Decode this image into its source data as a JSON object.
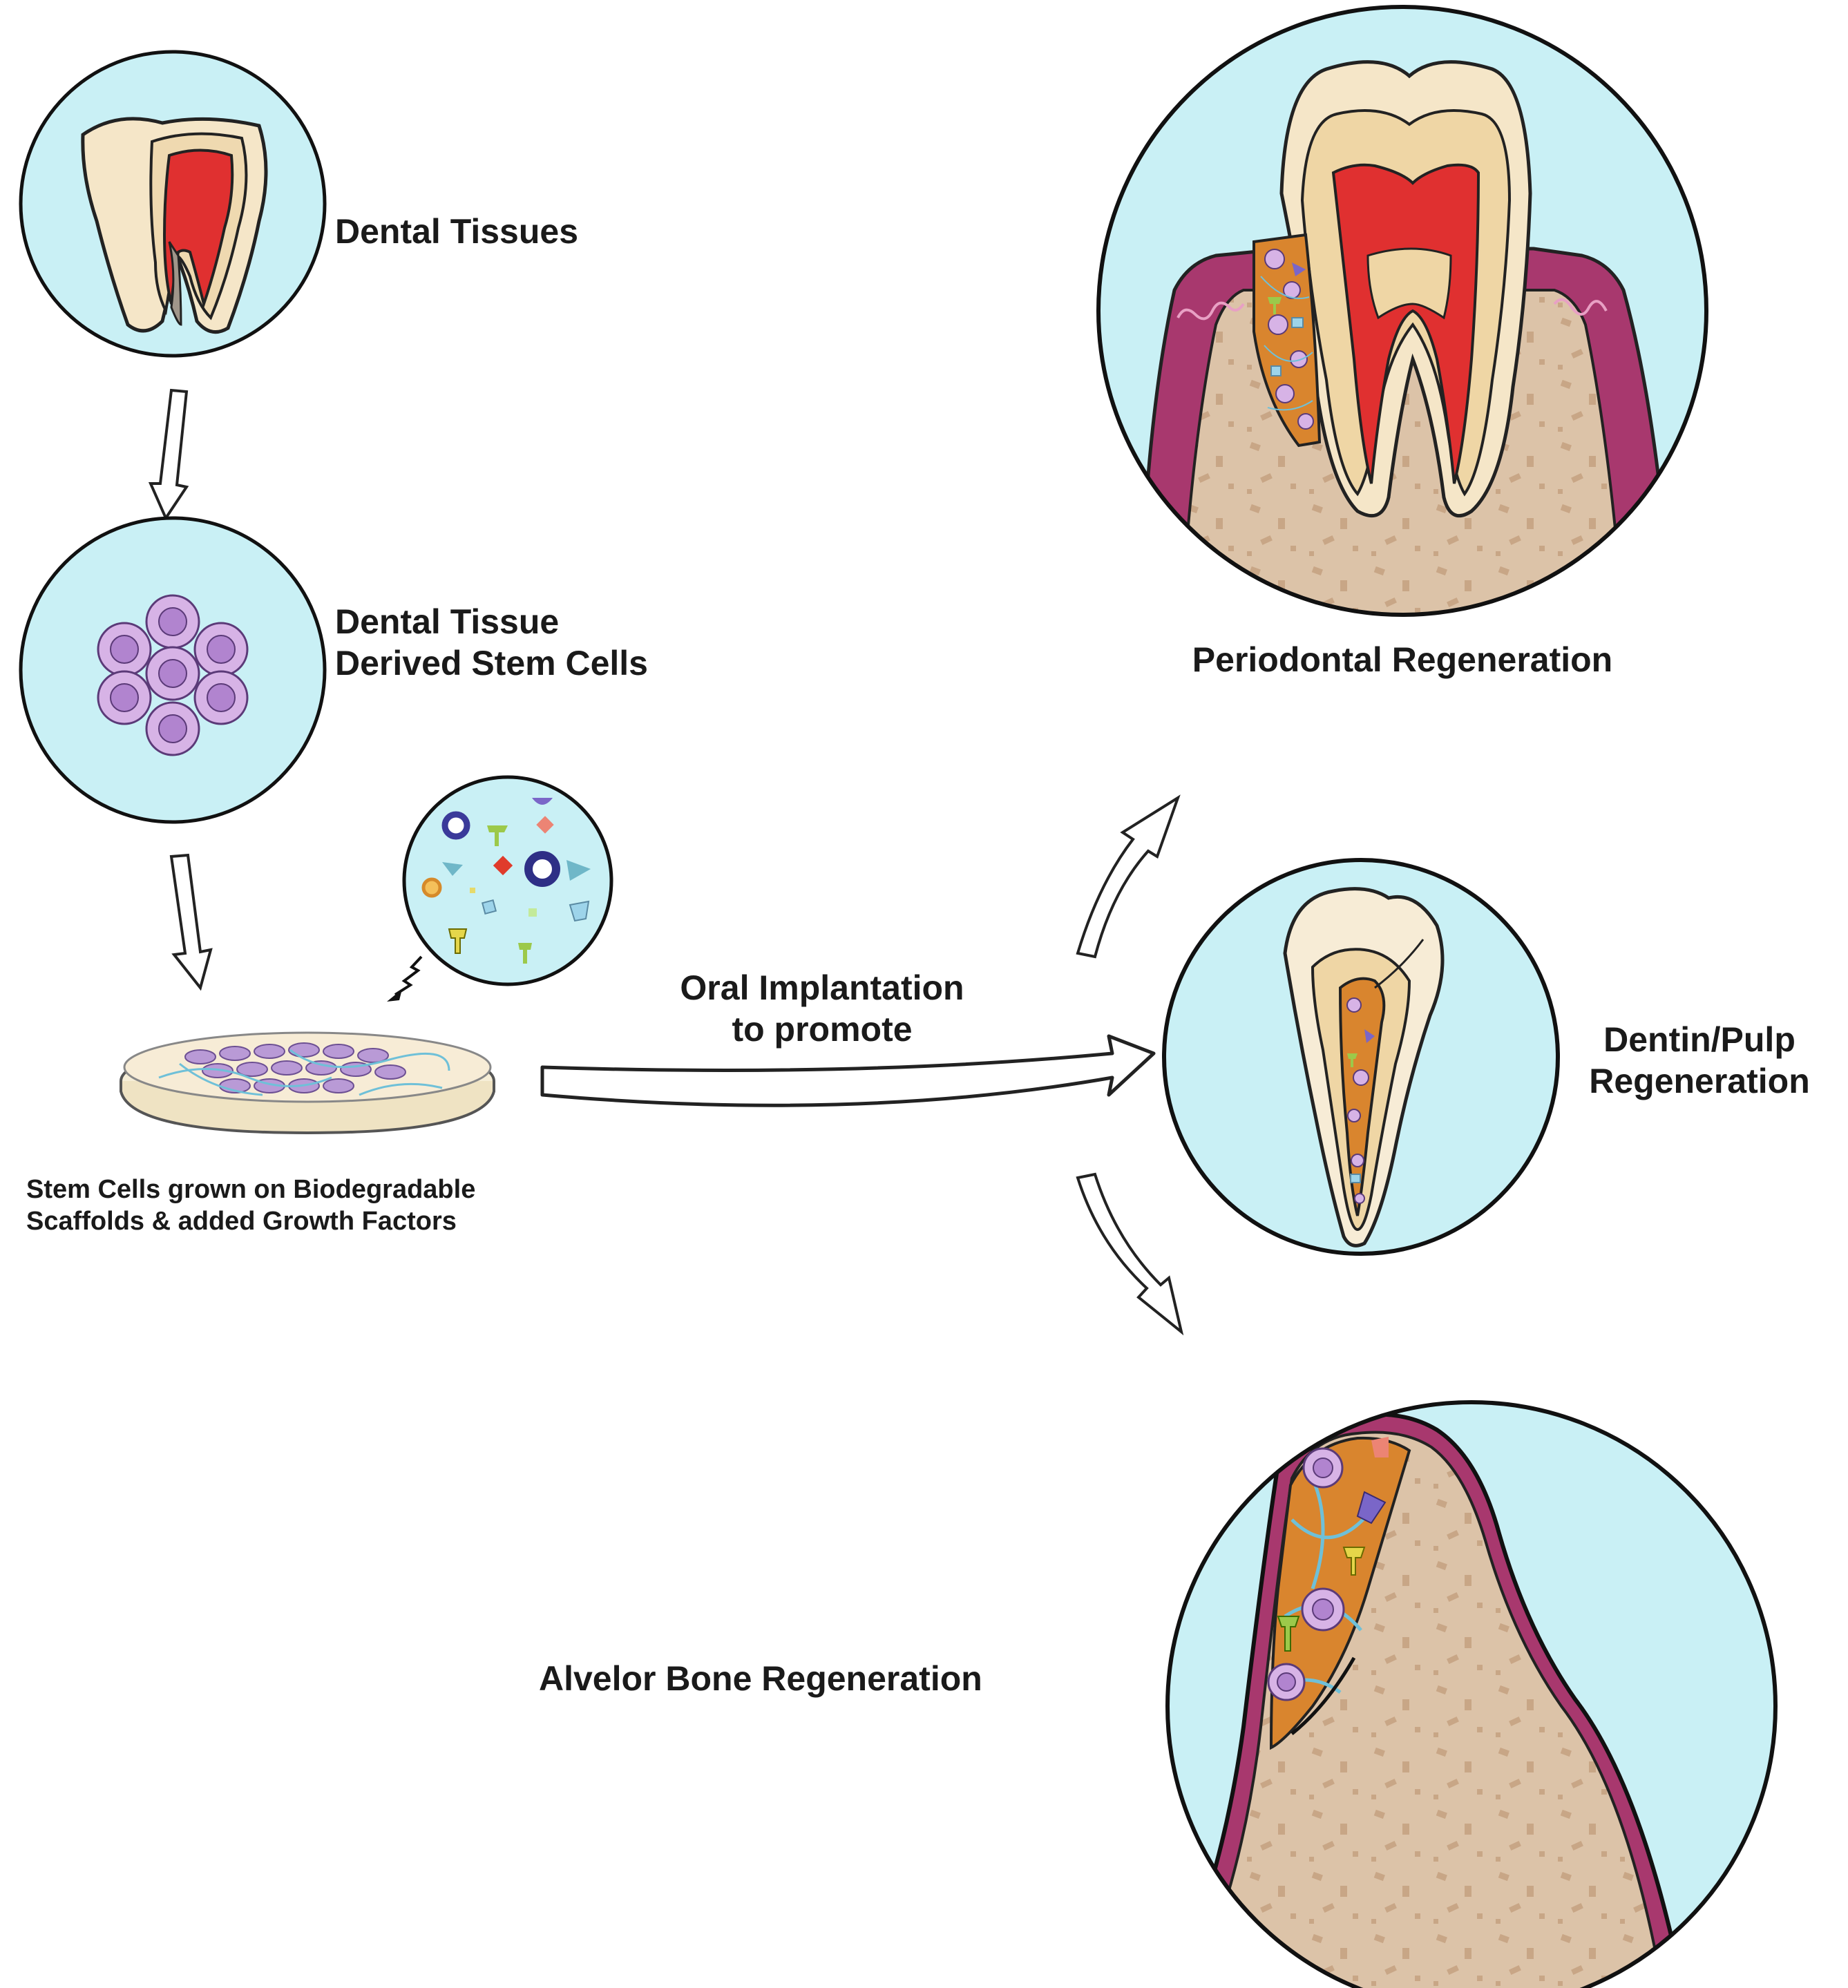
{
  "labels": {
    "dental_tissues": "Dental Tissues",
    "stem_cells_line1": "Dental Tissue",
    "stem_cells_line2": "Derived Stem Cells",
    "scaffold_line1": "Stem Cells grown on Biodegradable",
    "scaffold_line2": "Scaffolds & added Growth Factors",
    "implant_line1": "Oral Implantation",
    "implant_line2": "to promote",
    "periodontal": "Periodontal Regeneration",
    "dentin_line1": "Dentin/Pulp",
    "dentin_line2": "Regeneration",
    "alveolar": "Alvelor Bone Regeneration"
  },
  "colors": {
    "circle_fill": "#c9f0f5",
    "enamel": "#f7ecd3",
    "pulp": "#e03030",
    "gum": "#a8386e",
    "bone": "#dcc3a8",
    "scaffold": "#d9852e",
    "cell": "#d7b3e6",
    "cell_nucleus": "#b184cf"
  }
}
